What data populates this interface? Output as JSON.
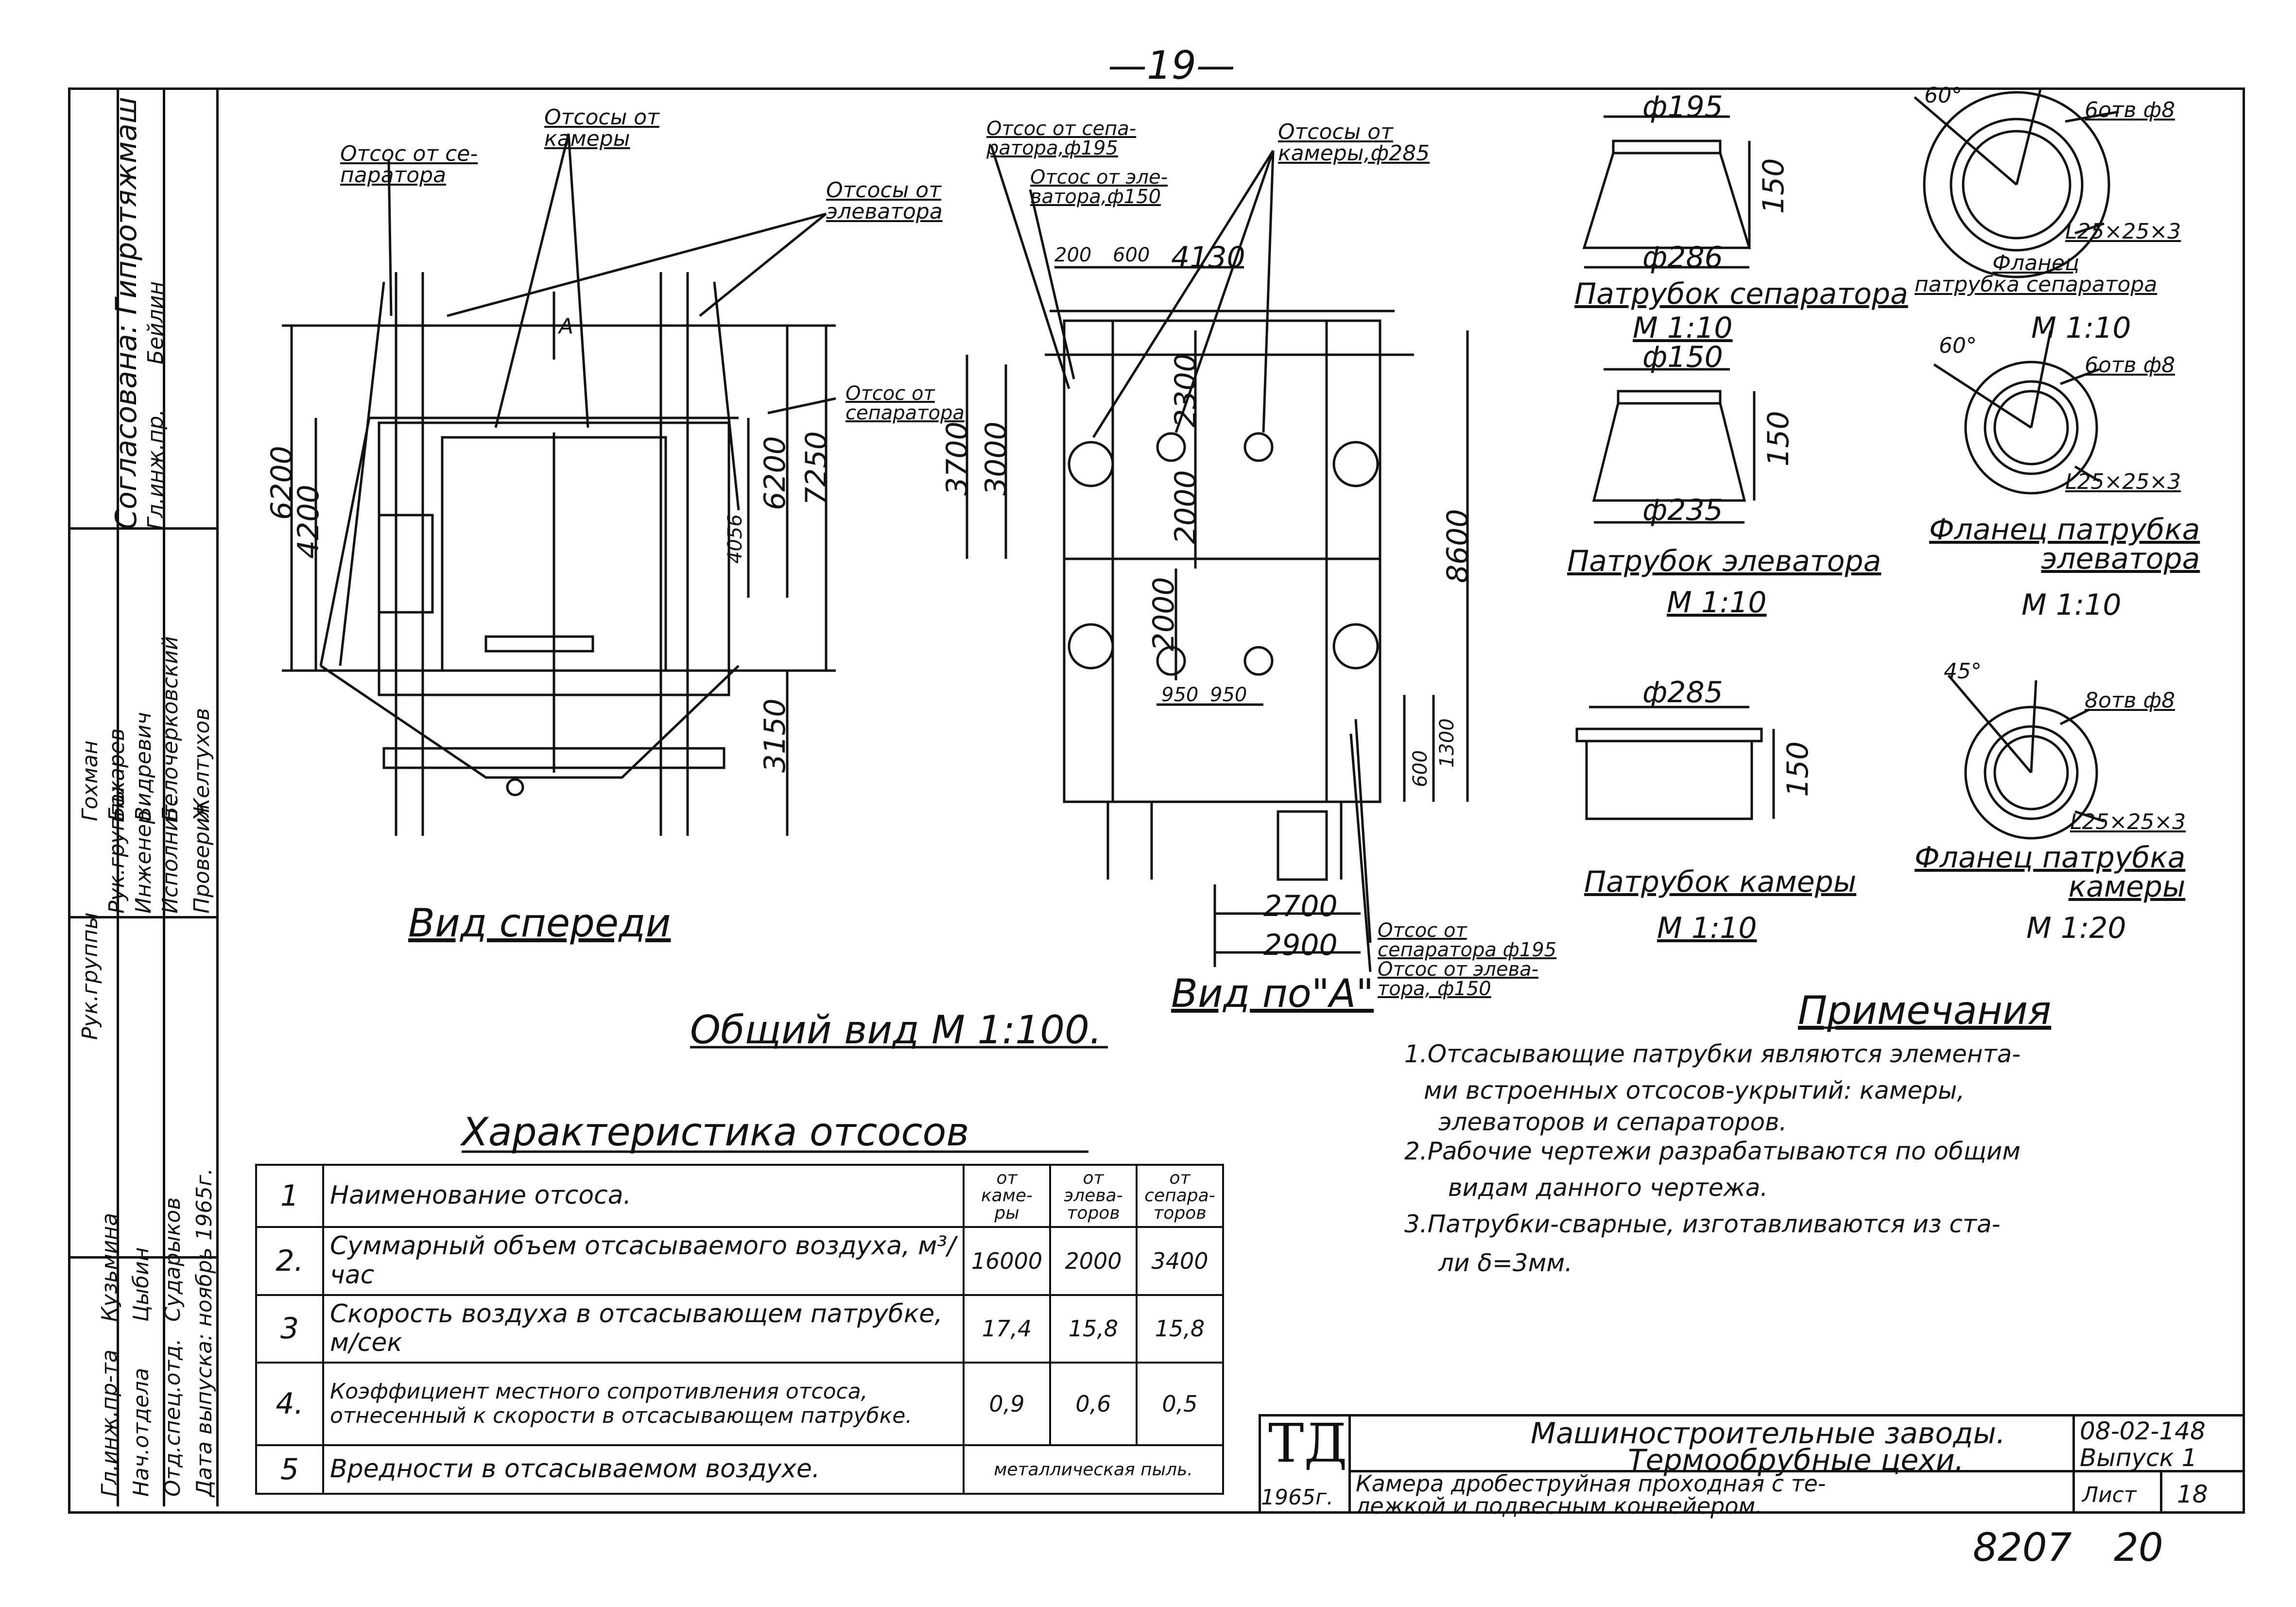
{
  "page_number": "—19—",
  "approval_column": {
    "agreed": "Согласована: Гипротяжмаш",
    "chief_engineer": "Гл.инж.пр.",
    "chief_engineer_name": "Бейлин",
    "roles": [
      "Рук.группы",
      "Рук.группы",
      "Инженер",
      "Исполнит.",
      "Проверил"
    ],
    "names": [
      "Гохман",
      "Бахарев",
      "Видревич",
      "Белочерковский",
      "Желтухов"
    ],
    "roles2": [
      "Гл.инж.пр-та",
      "Нач.отдела",
      "Отд.спец.отд."
    ],
    "names2": [
      "Кузьмина",
      "Цыбин",
      "Сударыков"
    ],
    "issue_date": "Дата выпуска: ноябрь 1965г."
  },
  "front_view": {
    "callouts": [
      "Отсос от се-\nпаратора",
      "Отсосы от\nкамеры",
      "Отсосы от\nэлеватора",
      "Отсос от\nсепаратора",
      "А"
    ],
    "dims": [
      "6200",
      "4200",
      "4056",
      "6200",
      "7250",
      "3150"
    ],
    "title": "Вид спереди"
  },
  "side_view": {
    "callouts": [
      "Отсос от сепа-\nратора,ф195",
      "Отсос от эле-\nватора,ф150",
      "Отсосы от\nкамеры,ф285",
      "Отсос от\nсепаратора ф195",
      "Отсос от элева-\nтора, ф150"
    ],
    "dims": [
      "200",
      "600",
      "4130",
      "3700",
      "3000",
      "2300",
      "2000",
      "2000",
      "950",
      "950",
      "8600",
      "1300",
      "600",
      "2700",
      "2900"
    ],
    "title": "Вид по\"А\""
  },
  "general_view_title": "Общий вид  М 1:100.",
  "nozzles": [
    {
      "top": "ф195",
      "height": "150",
      "bottom": "ф286",
      "name": "Патрубок сепаратора",
      "scale": "М 1:10"
    },
    {
      "top": "ф150",
      "height": "150",
      "bottom": "ф235",
      "name": "Патрубок элеватора",
      "scale": "М 1:10"
    },
    {
      "top": "ф285",
      "height": "150",
      "bottom": "",
      "name": "Патрубок камеры",
      "scale": "М 1:10"
    }
  ],
  "flanges": [
    {
      "angle": "60°",
      "holes": "6отв ф8",
      "angle_bar": "L25×25×3",
      "name": "Фланец\nпатрубка сепаратора",
      "scale": "М 1:10"
    },
    {
      "angle": "60°",
      "holes": "6отв ф8",
      "angle_bar": "L25×25×3",
      "name": "Фланец патрубка\nэлеватора",
      "scale": "М 1:10"
    },
    {
      "angle": "45°",
      "holes": "8отв ф8",
      "angle_bar": "L25×25×3",
      "name": "Фланец патрубка\nкамеры",
      "scale": "М 1:20"
    }
  ],
  "characteristics": {
    "title": "Характеристика отсосов",
    "header_cols": [
      "от каме-ры",
      "от элева-торов",
      "от сепара-торов"
    ],
    "rows": [
      {
        "n": "1",
        "desc": "Наименование отсоса.",
        "values": [
          "",
          "",
          ""
        ]
      },
      {
        "n": "2.",
        "desc": "Суммарный объем отсасываемого воздуха, м³/час",
        "values": [
          "16000",
          "2000",
          "3400"
        ]
      },
      {
        "n": "3",
        "desc": "Скорость воздуха в отсасывающем патрубке, м/сек",
        "values": [
          "17,4",
          "15,8",
          "15,8"
        ]
      },
      {
        "n": "4.",
        "desc": "Коэффициент местного сопротивления отсоса, отнесенный к скорости в отсасывающем патрубке.",
        "values": [
          "0,9",
          "0,6",
          "0,5"
        ]
      },
      {
        "n": "5",
        "desc": "Вредности в отсасываемом воздухе.",
        "merged": "металлическая пыль."
      }
    ]
  },
  "notes": {
    "title": "Примечания",
    "lines": [
      "1.Отсасывающие патрубки являются элемента-",
      "ми встроенных отсосов-укрытий: камеры,",
      "элеваторов и сепараторов.",
      "2.Рабочие чертежи разрабатываются по общим",
      "видам данного чертежа.",
      "3.Патрубки-сварные, изготавливаются из ста-",
      "ли δ=3мм."
    ]
  },
  "title_block": {
    "stamp": "ТД",
    "year": "1965г.",
    "org_line1": "Машиностроительные заводы.",
    "org_line2": "Термообрубные цехи.",
    "drawing_title": "Камера дробеструйная проходная с те-\nлежкой и подвесным конвейером.",
    "code": "08-02-148",
    "issue": "Выпуск 1",
    "sheet_label": "Лист",
    "sheet_no": "18"
  },
  "bottom_numbers": {
    "left": "8207",
    "right": "20"
  }
}
